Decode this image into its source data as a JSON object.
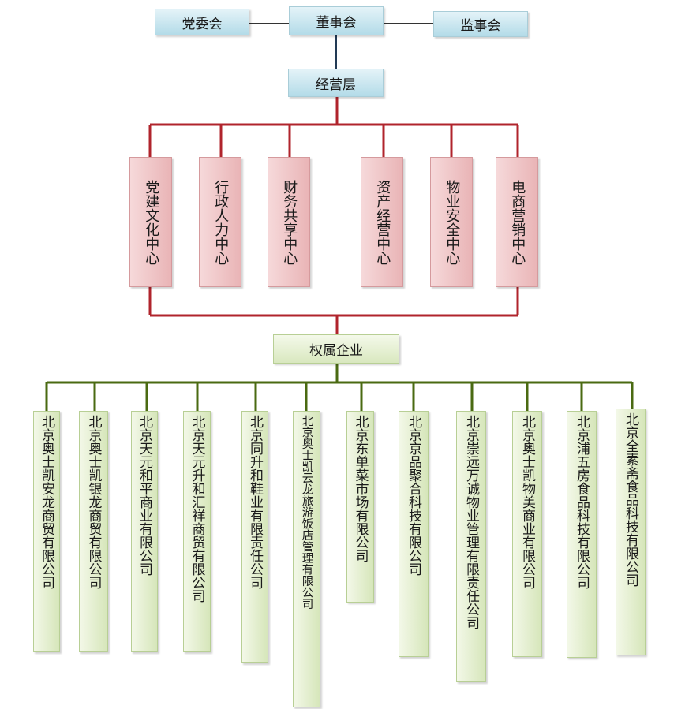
{
  "top": {
    "party_committee": "党委会",
    "board": "董事会",
    "supervisors": "监事会",
    "management": "经营层"
  },
  "centers": [
    "党建文化中心",
    "行政人力中心",
    "财务共享中心",
    "资产经营中心",
    "物业安全中心",
    "电商营销中心"
  ],
  "subsidiary_header": "权属企业",
  "companies": [
    "北京奥士凯安龙商贸有限公司",
    "北京奥士凯银龙商贸有限公司",
    "北京天元和平商业有限公司",
    "北京天元升和汇祥商贸有限公司",
    "北京同升和鞋业有限责任公司",
    "北京奥士凯云龙旅游饭店管理有限公司",
    "北京东单菜市场有限公司",
    "北京京品聚合科技有限公司",
    "北京崇远万诚物业管理有限责任公司",
    "北京奥士凯物美商业有限公司",
    "北京浦五房食品科技有限公司",
    "北京全素斋食品科技有限公司"
  ],
  "colors": {
    "dark_line": "#333333",
    "red_line": "#b0242c",
    "green_line": "#4a6a12"
  }
}
